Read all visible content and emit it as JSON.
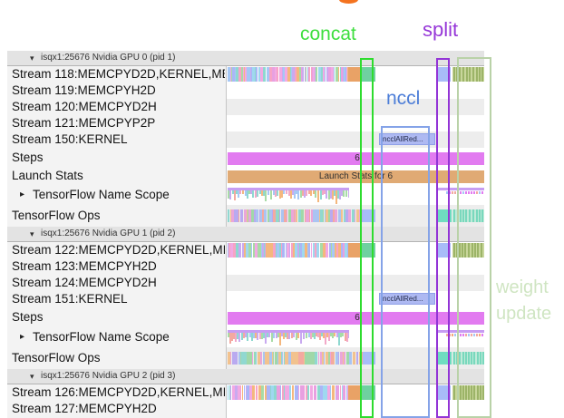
{
  "annotations": {
    "concat": "concat",
    "split": "split",
    "nccl": "nccl",
    "weight_update_line1": "weight",
    "weight_update_line2": "update"
  },
  "icons": {
    "collapse_triangle": "▾",
    "expand_triangle": "▸"
  },
  "colors": {
    "annotation_concat": "#3ede3e",
    "annotation_split": "#9637d8",
    "annotation_nccl": "#4d7ed8",
    "annotation_weight_update": "#cfe5c2",
    "box_concat": "#2edc2e",
    "box_split": "#9334d6",
    "box_nccl": "#85a3e8",
    "box_weight_update": "#b9d2a8",
    "top_fragment": "#f4731f",
    "steps_bar": "#e27bf0",
    "launch_bar": "#e0aa74",
    "nccl_kernel_bar": "#aeb9f2",
    "nccl_kernel_border": "#8fa0e8",
    "nccl_kernel_text": "#222a4a",
    "stream_orange_segment": "#e9a266",
    "stream_green_segment": "#6fd0a0",
    "stream_blue_segment": "#a8bcf8",
    "stream_olive_base": "#c8d69b",
    "stream_olive_stripe": "#9cb468",
    "ops_blue_segment": "#a8bcf8",
    "ops_teal_segment": "#6fdcc0",
    "ops_teal_stripe_base": "#bfead9",
    "ops_teal_stripe": "#79d8bd",
    "namescope_strip": "#c79df2",
    "header_bg": "#e3e3e3",
    "header_border": "#b3b3b3",
    "header_text": "#333333",
    "row_alt_bg": "#ededed",
    "label_col_bg": "#f3f3f3",
    "label_col_border": "#c6c6c6",
    "label_text": "#141414",
    "bar_value_text": "#222222"
  },
  "palettes": {
    "stream": [
      "#f2a9e3",
      "#a6c8f5",
      "#8ed8d0",
      "#c9aaf0",
      "#f4b77e",
      "#a8dba6",
      "#f7a3c6",
      "#aab6f7",
      "#e8a0e0",
      "#9fd8f0"
    ],
    "ops": [
      "#f4a9a0",
      "#a0d8a8",
      "#aac4f2",
      "#f2c28e",
      "#90d8d0",
      "#eaa6da",
      "#b9aaf0"
    ],
    "namescope": [
      "#8ed8d0",
      "#f2a9c8",
      "#f4b77e",
      "#c9aaf0",
      "#a6c8f5",
      "#a8dba6",
      "#f4a9a0"
    ],
    "namescope_dashes": [
      "#f4a97e",
      "#f2a9a0",
      "#e27bf0",
      "#a6c8f5"
    ]
  },
  "sections": [
    {
      "header": "isqx1:25676 Nvidia GPU 0 (pid 1)",
      "rows": [
        {
          "label": "Stream 118:MEMCPYD2D,KERNEL,ME",
          "type": "stream",
          "bg": "white"
        },
        {
          "label": "Stream 119:MEMCPYH2D",
          "type": "empty",
          "bg": "white"
        },
        {
          "label": "Stream 120:MEMCPYD2H",
          "type": "empty",
          "bg": "gray"
        },
        {
          "label": "Stream 121:MEMCPYP2P",
          "type": "empty",
          "bg": "white"
        },
        {
          "label": "Stream 150:KERNEL",
          "type": "kernel",
          "bg": "gray",
          "bar_label": "ncclAllRed..."
        },
        {
          "label": "Steps",
          "type": "steps",
          "bg": "white",
          "value": "6"
        },
        {
          "label": "Launch Stats",
          "type": "launch",
          "bg": "white",
          "value": "Launch Stats for 6"
        },
        {
          "label": "TensorFlow Name Scope",
          "type": "namescope",
          "bg": "white",
          "expandable": true
        },
        {
          "label": "TensorFlow Ops",
          "type": "ops",
          "bg": "gray"
        }
      ]
    },
    {
      "header": "isqx1:25676 Nvidia GPU 1 (pid 2)",
      "rows": [
        {
          "label": "Stream 122:MEMCPYD2D,KERNEL,MI",
          "type": "stream",
          "bg": "white"
        },
        {
          "label": "Stream 123:MEMCPYH2D",
          "type": "empty",
          "bg": "white"
        },
        {
          "label": "Stream 124:MEMCPYD2H",
          "type": "empty",
          "bg": "gray"
        },
        {
          "label": "Stream 151:KERNEL",
          "type": "kernel",
          "bg": "white",
          "bar_label": "ncclAllRed..."
        },
        {
          "label": "Steps",
          "type": "steps",
          "bg": "white",
          "value": "6"
        },
        {
          "label": "TensorFlow Name Scope",
          "type": "namescope",
          "bg": "white",
          "expandable": true
        },
        {
          "label": "TensorFlow Ops",
          "type": "ops",
          "bg": "gray"
        }
      ]
    },
    {
      "header": "isqx1:25676 Nvidia GPU 2 (pid 3)",
      "rows": [
        {
          "label": "Stream 126:MEMCPYD2D,KERNEL,MI",
          "type": "stream",
          "bg": "white"
        },
        {
          "label": "Stream 127:MEMCPYH2D",
          "type": "empty",
          "bg": "white"
        }
      ]
    }
  ]
}
